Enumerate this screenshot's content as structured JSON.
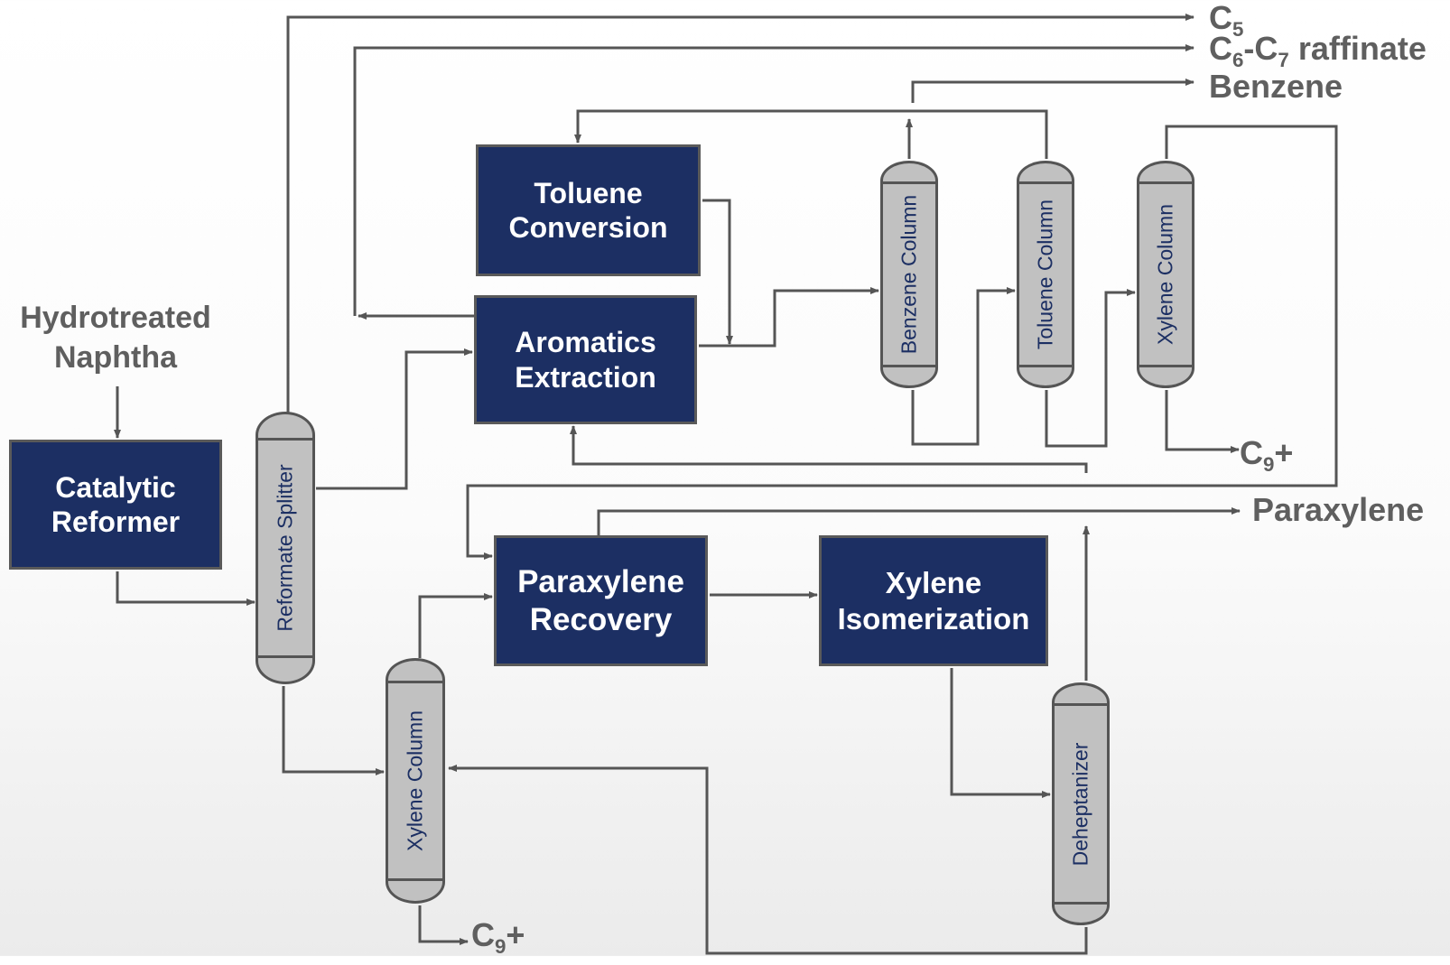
{
  "diagram": {
    "feed": {
      "line1": "Hydrotreated",
      "line2": "Naphtha"
    },
    "units": {
      "catalytic_reformer": "Catalytic\nReformer",
      "toluene_conversion": "Toluene\nConversion",
      "aromatics_extraction": "Aromatics\nExtraction",
      "paraxylene_recovery": "Paraxylene\nRecovery",
      "xylene_isomerization": "Xylene\nIsomerization"
    },
    "columns": {
      "reformate_splitter": "Reformate Splitter",
      "benzene_column": "Benzene Column",
      "toluene_column": "Toluene Column",
      "xylene_column_top": "Xylene Column",
      "xylene_column_bottom": "Xylene Column",
      "deheptanizer": "Deheptanizer"
    },
    "products": {
      "c5": {
        "base": "C",
        "sub": "5"
      },
      "raffinate": {
        "c": "C",
        "sub1": "6",
        "dash": "-C",
        "sub2": "7",
        "rest": " raffinate"
      },
      "benzene": "Benzene",
      "c9_top": {
        "base": "C",
        "sub": "9",
        "rest": "+"
      },
      "paraxylene": "Paraxylene",
      "c9_bottom": {
        "base": "C",
        "sub": "9",
        "rest": "+"
      }
    },
    "colors": {
      "unit_fill": "#1c2f63",
      "unit_border": "#5a5a5a",
      "column_fill": "#c1c1c1",
      "line": "#555555",
      "label": "#5f5f5f"
    }
  }
}
